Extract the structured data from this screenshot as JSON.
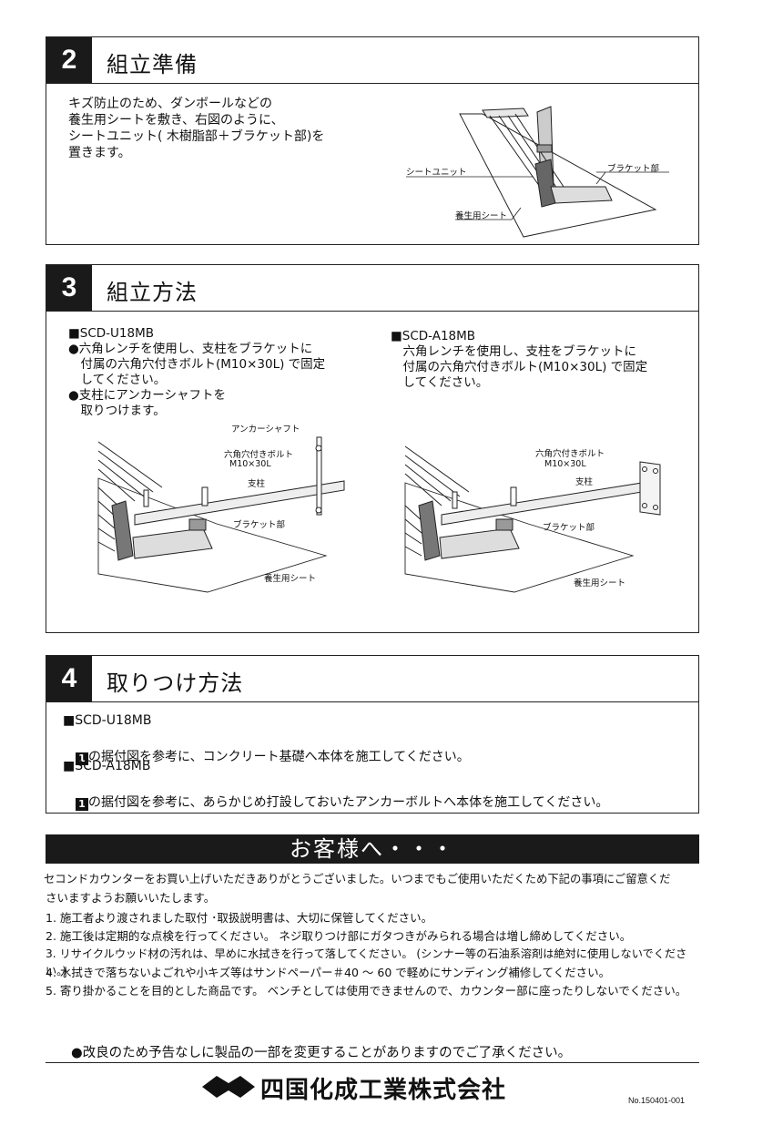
{
  "sec2": {
    "num": "2",
    "title": "組立準備",
    "body": "キズ防止のため、ダンボールなどの\n養生用シートを敷き、右図のように、\nシートユニット( 木樹脂部＋ブラケット部)を\n置きます。",
    "labels": {
      "sheet_unit": "シートユニット",
      "bracket": "ブラケット部",
      "cure_sheet": "養生用シート"
    }
  },
  "sec3": {
    "num": "3",
    "title": "組立方法",
    "left": {
      "model": "■SCD-U18MB",
      "body": "●六角レンチを使用し、支柱をブラケットに\n　付属の六角穴付きボルト(M10×30L) で固定\n　してください。\n●支柱にアンカーシャフトを\n　取りつけます。"
    },
    "right": {
      "model": "■SCD-A18MB",
      "body": "　六角レンチを使用し、支柱をブラケットに\n　付属の六角穴付きボルト(M10×30L) で固定\n　してください。"
    },
    "labels": {
      "anchor_shaft": "アンカーシャフト",
      "hex_bolt": "六角穴付きボルト",
      "bolt_size": "M10×30L",
      "post": "支柱",
      "bracket": "ブラケット部",
      "cure_sheet": "養生用シート"
    }
  },
  "sec4": {
    "num": "4",
    "title": "取りつけ方法",
    "model1": "■SCD-U18MB",
    "line1": "の据付図を参考に、コンクリート基礎へ本体を施工してください。",
    "model2": "■SCD-A18MB",
    "line2": "の据付図を参考に、あらかじめ打設しておいたアンカーボルトへ本体を施工してください。",
    "ref_badge": "1"
  },
  "customer": {
    "heading": "お客様へ・・・",
    "intro1": "セコンドカウンターをお買い上げいただきありがとうございました。いつまでもご使用いただくため下記の事項にご留意くだ",
    "intro2": "さいますようお願いいたします。",
    "items": [
      "1. 施工者より渡されました取付 ･取扱説明書は、大切に保管してください。",
      "2. 施工後は定期的な点検を行ってください。 ネジ取りつけ部にガタつきがみられる場合は増し締めしてください。",
      "3. リサイクルウッド材の汚れは、早めに水拭きを行って落してください。 (シンナー等の石油系溶剤は絶対に使用しないでください。)",
      "4. 水拭きで落ちないよごれや小キズ等はサンドペーパー＃40 ～ 60 で軽めにサンディング補修してください。",
      "5. 寄り掛かることを目的とした商品です。 ベンチとしては使用できませんので、カウンター部に座ったりしないでください。"
    ]
  },
  "notice": "●改良のため予告なしに製品の一部を変更することがありますのでご了承ください。",
  "company": "四国化成工業株式会社",
  "doc_no": "No.150401-001"
}
